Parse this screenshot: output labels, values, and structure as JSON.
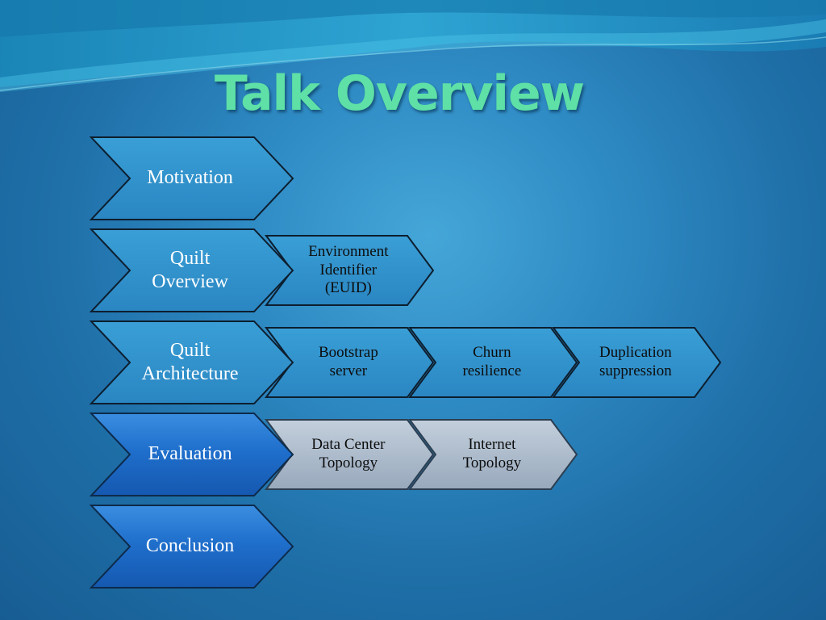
{
  "slide": {
    "title": "Talk Overview"
  },
  "diagram": {
    "rows": [
      {
        "main": {
          "label": "Motivation",
          "style": "dark"
        },
        "children": []
      },
      {
        "main": {
          "label": "Quilt\nOverview",
          "style": "dark"
        },
        "children": [
          {
            "label": "Environment\nIdentifier\n(EUID)",
            "style": "dark"
          }
        ]
      },
      {
        "main": {
          "label": "Quilt\nArchitecture",
          "style": "dark"
        },
        "children": [
          {
            "label": "Bootstrap\nserver",
            "style": "dark"
          },
          {
            "label": "Churn\nresilience",
            "style": "dark"
          },
          {
            "label": "Duplication\nsuppression",
            "style": "dark"
          }
        ]
      },
      {
        "main": {
          "label": "Evaluation",
          "style": "bright"
        },
        "children": [
          {
            "label": "Data Center\nTopology",
            "style": "gray"
          },
          {
            "label": "Internet\nTopology",
            "style": "gray"
          }
        ]
      },
      {
        "main": {
          "label": "Conclusion",
          "style": "bright"
        },
        "children": []
      }
    ]
  },
  "colors": {
    "title": "#5ee0a6",
    "background": "#2f8bc4",
    "highlight_fill": "#1e6fc4",
    "muted_fill": "#a9b8c8",
    "outline": "#0d1e2e"
  }
}
